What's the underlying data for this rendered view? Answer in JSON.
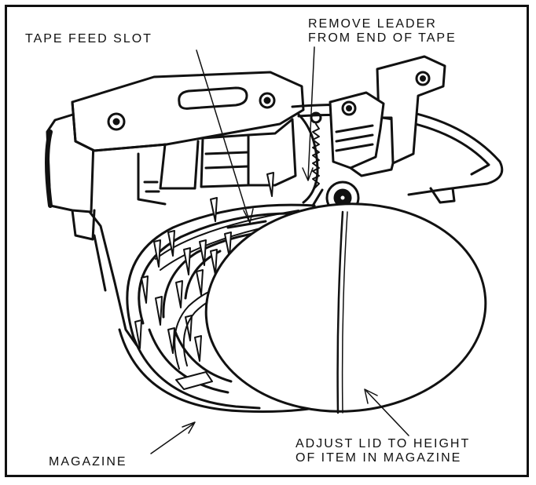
{
  "labels": {
    "tape_feed_slot": "TAPE FEED SLOT",
    "remove_leader_line1": "REMOVE LEADER",
    "remove_leader_line2": "FROM END OF TAPE",
    "magazine": "MAGAZINE",
    "adjust_lid_line1": "ADJUST LID TO HEIGHT",
    "adjust_lid_line2": "OF ITEM IN MAGAZINE"
  },
  "style": {
    "ink_color": "#111111",
    "background_color": "#ffffff"
  }
}
